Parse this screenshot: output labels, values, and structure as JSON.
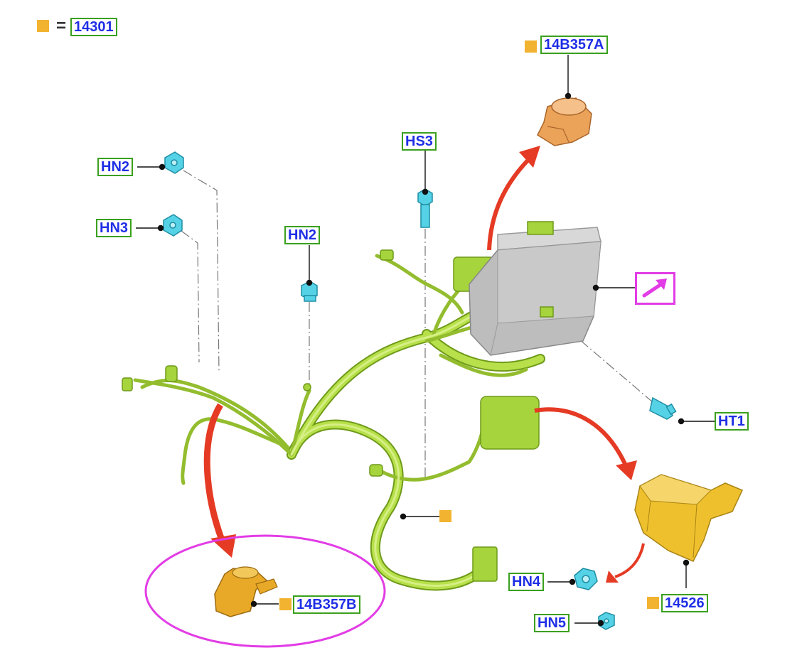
{
  "legend": {
    "symbol": "square",
    "equals": "=",
    "part": "14301"
  },
  "labels": {
    "battery_cable_a": "14B357A",
    "battery_cable_b": "14B357B",
    "bcm_module": "14526",
    "hn2_left": "HN2",
    "hn3": "HN3",
    "hn2_center": "HN2",
    "hs3": "HS3",
    "ht1": "HT1",
    "hn4": "HN4",
    "hn5": "HN5"
  },
  "reference_icon": "arrow-reference-icon",
  "colors": {
    "callout_border": "#3aa01e",
    "callout_text": "#1f2fe6",
    "marker_square": "#f2b330",
    "harness": "#a6d43c",
    "fastener": "#56d2e6",
    "cable_end": "#e8a453",
    "module": "#efc02e",
    "battery": "#bdbdbd",
    "direction_arrow": "#e53a24",
    "highlight": "#e23ce6"
  }
}
